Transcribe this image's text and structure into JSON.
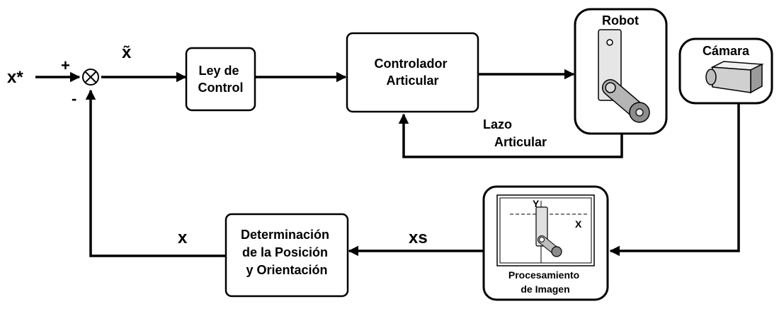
{
  "signals": {
    "reference": "x*",
    "plus": "+",
    "minus": "-",
    "error": "x̃",
    "image_features": "xs",
    "feedback": "x"
  },
  "blocks": {
    "ley_control": [
      "Ley de",
      "Control"
    ],
    "controlador": [
      "Controlador",
      "Articular"
    ],
    "robot": "Robot",
    "camara": "Cámara",
    "procesamiento": [
      "Procesamiento",
      "de Imagen"
    ],
    "determinacion": [
      "Determinación",
      "de la Posición",
      "y Orientación"
    ]
  },
  "loop_label": [
    "Lazo",
    "Articular"
  ],
  "image_axes": {
    "y": "Y",
    "x": "X"
  }
}
